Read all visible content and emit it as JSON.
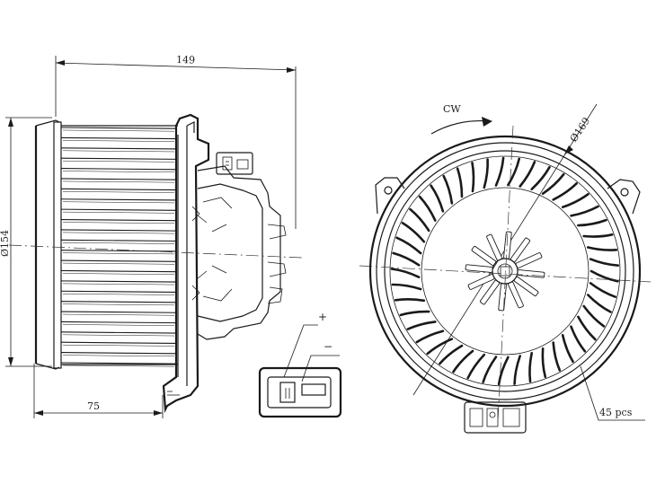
{
  "side_view": {
    "width_label": "149",
    "diameter_label": "Ø154",
    "depth_label": "75"
  },
  "connector": {
    "plus_label": "+",
    "minus_label": "−"
  },
  "front_view": {
    "rotation_label": "CW",
    "diameter_label": "Ø169",
    "blade_count_label": "45 pcs"
  },
  "fan": {
    "blade_count": 45,
    "hub_fins": 12
  }
}
